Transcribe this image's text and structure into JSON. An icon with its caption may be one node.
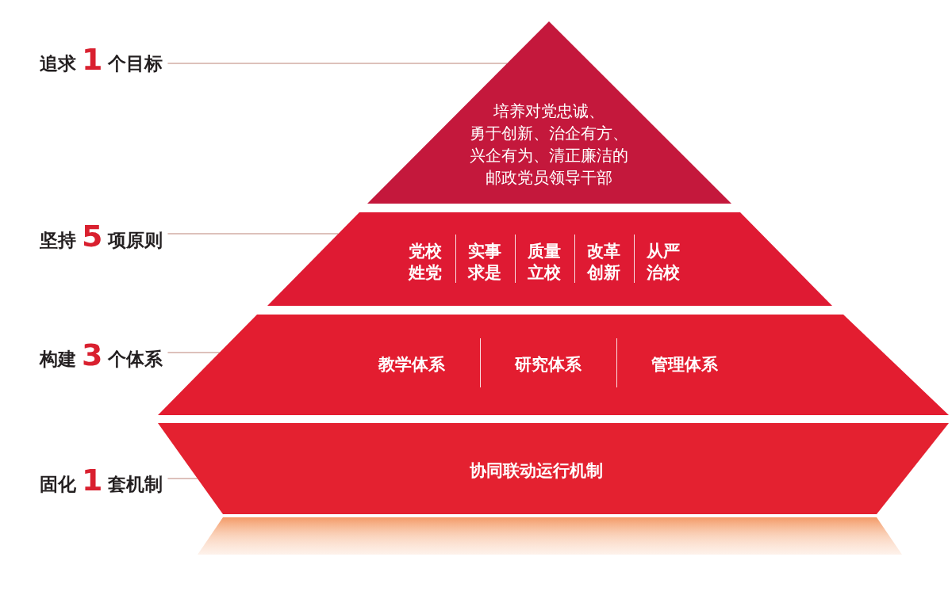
{
  "diagram": {
    "nodes": [
      {
        "text": [
          "追求",
          "1",
          "个目标"
        ]
      },
      {
        "text": [
          "培养对党忠诚、勇于创新、治企有方、兴企有为、清正廉洁的邮政党员领导干部"
        ]
      },
      {
        "text": [
          "坚持",
          "5",
          "项原则"
        ]
      },
      {
        "text": [
          "党校姓党",
          "实事求是",
          "质量立校",
          "改革创新",
          "从严治校"
        ]
      },
      {
        "text": [
          "构建",
          "3",
          "个体系"
        ]
      },
      {
        "text": [
          "教学体系",
          "研究体系",
          "管理体系"
        ]
      },
      {
        "text": [
          "固化",
          "1",
          "套机制"
        ]
      },
      {
        "text": [
          "协同联动运行机制"
        ]
      },
      {
        "text": [],
        "shape": "reflection"
      }
    ],
    "edges": [
      {
        "from": 0,
        "to": 1,
        "arrow": "none"
      },
      {
        "from": 2,
        "to": 3,
        "arrow": "none"
      },
      {
        "from": 4,
        "to": 5,
        "arrow": "none"
      },
      {
        "from": 6,
        "to": 7,
        "arrow": "none"
      }
    ]
  }
}
